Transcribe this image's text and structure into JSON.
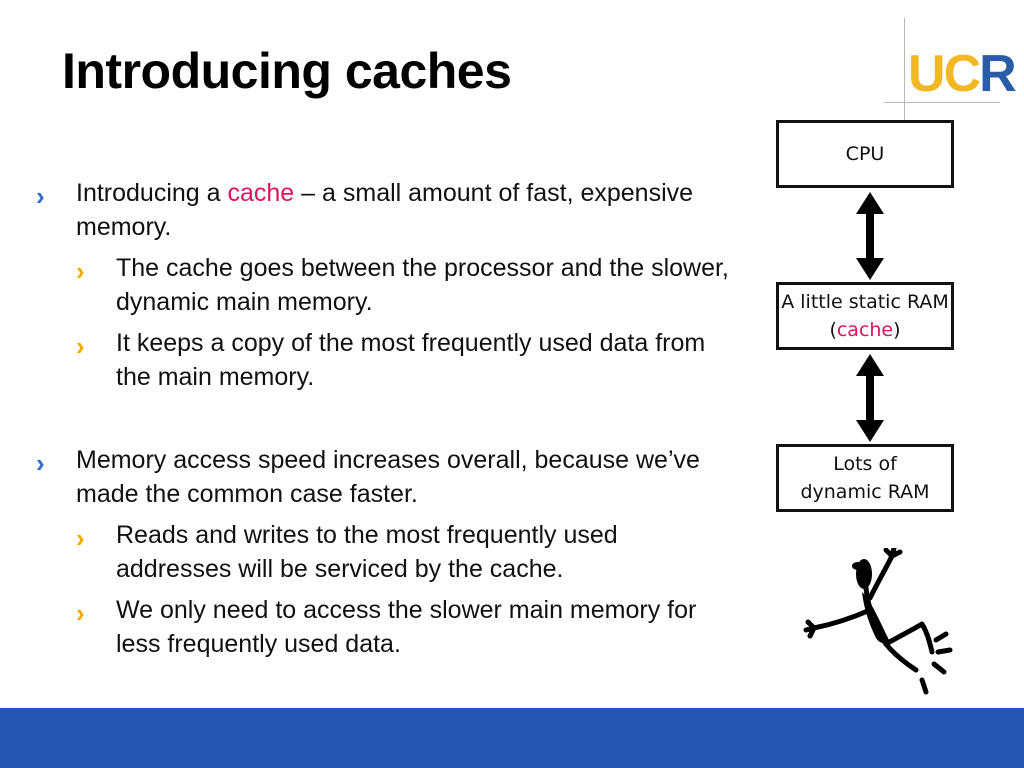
{
  "slide": {
    "title": "Introducing caches",
    "logo_text": "UCR"
  },
  "bullets": [
    {
      "level": 1,
      "text_before": "Introducing a ",
      "highlight": "cache",
      "text_after": " – a small amount of fast, expensive memory."
    },
    {
      "level": 2,
      "text": "The cache goes between the processor and the slower, dynamic main memory."
    },
    {
      "level": 2,
      "text": "It keeps a copy of the most frequently used data from the main memory."
    },
    {
      "level": 1,
      "text": "Memory access speed increases overall, because we’ve made the common case faster."
    },
    {
      "level": 2,
      "text": "Reads and writes to the most frequently used addresses will be serviced by the cache."
    },
    {
      "level": 2,
      "text": "We only need to access the slower main memory for less frequently used data."
    }
  ],
  "diagram": {
    "cpu_label": "CPU",
    "cache_label_before": "A little static RAM (",
    "cache_label_highlight": "cache",
    "cache_label_after": ")",
    "ram_label": "Lots of dynamic RAM"
  },
  "icons": [
    "bullet-arrow-icon",
    "double-arrow-icon",
    "stick-figure-icon",
    "ucr-logo-icon"
  ],
  "colors": {
    "highlight": "#e0115f",
    "level1_marker": "#2f6fc6",
    "level2_marker": "#f2a900",
    "logo_gold": "#f1b824",
    "logo_blue": "#2a5ca8",
    "footer": "#2556b4"
  }
}
